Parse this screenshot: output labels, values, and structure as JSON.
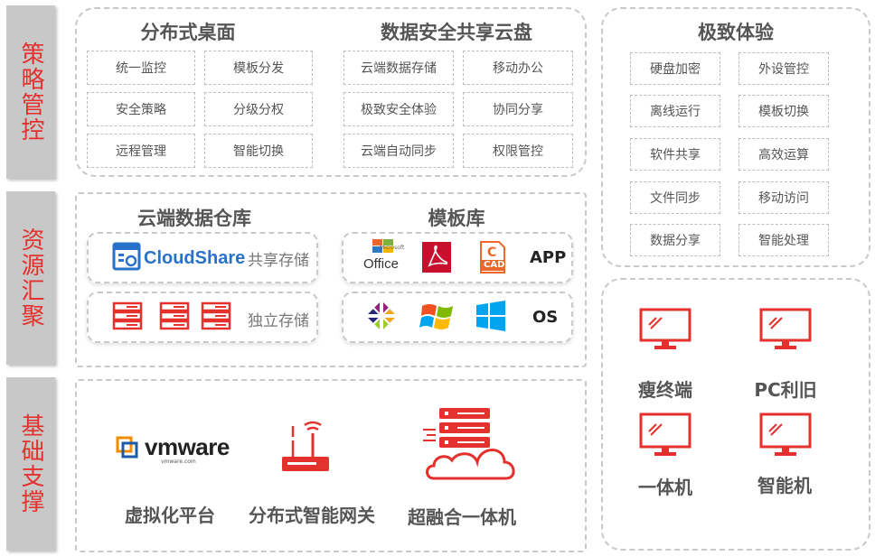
{
  "sidebar": {
    "policy": "策略管控",
    "resource": "资源汇聚",
    "base": "基础支撑"
  },
  "desktop": {
    "title": "分布式桌面",
    "items": [
      "统一监控",
      "模板分发",
      "安全策略",
      "分级分权",
      "远程管理",
      "智能切换"
    ]
  },
  "cloud_disk": {
    "title": "数据安全共享云盘",
    "items": [
      "云端数据存储",
      "移动办公",
      "极致安全体验",
      "协同分享",
      "云端自动同步",
      "权限管控"
    ]
  },
  "experience": {
    "title": "极致体验",
    "items": [
      "硬盘加密",
      "外设管控",
      "离线运行",
      "模板切换",
      "软件共享",
      "高效运算",
      "文件同步",
      "移动访问",
      "数据分享",
      "智能处理"
    ]
  },
  "warehouse": {
    "title": "云端数据仓库",
    "cloudshare": "CloudShare",
    "shared_storage": "共享存储",
    "independent_storage": "独立存储"
  },
  "template_lib": {
    "title": "模板库",
    "office": "Office",
    "microsoft": "Microsoft",
    "cad": "CAD",
    "app": "APP",
    "os": "OS"
  },
  "devices": {
    "thin": "瘦终端",
    "pc": "PC利旧",
    "aio": "一体机",
    "smart": "智能机"
  },
  "base": {
    "virtual": "虚拟化平台",
    "gateway": "分布式智能网关",
    "hci": "超融合一体机",
    "vmware_logo": "vmware",
    "vmware_url": "vmware.com"
  },
  "colors": {
    "accent": "#e5312d",
    "sidebar_bg": "#c8c8c8",
    "border": "#c9c9c9"
  }
}
